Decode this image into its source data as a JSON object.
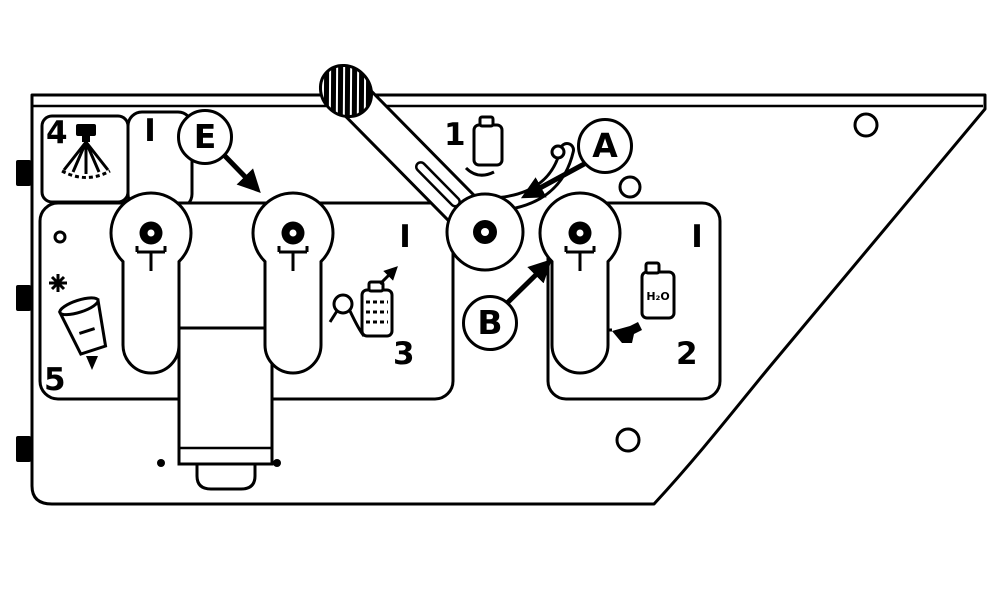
{
  "colors": {
    "line": "#000000",
    "background": "#ffffff"
  },
  "diagram": {
    "callouts": {
      "A": "A",
      "B": "B",
      "E": "E"
    },
    "numbers": {
      "1": "1",
      "2": "2",
      "3": "3",
      "4": "4",
      "5": "5"
    },
    "marks": {
      "top": "I",
      "left": "I",
      "right": "I"
    },
    "labels": {
      "h2o": "H₂O"
    }
  }
}
